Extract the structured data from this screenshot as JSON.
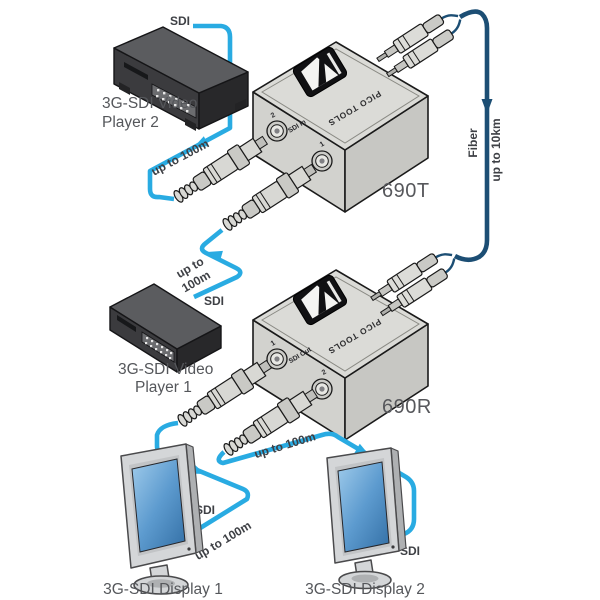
{
  "colors": {
    "sdi_cable": "#29ABE2",
    "fiber_cable": "#1C4E74",
    "device_label": "#55575B",
    "small_label": "#3E4045"
  },
  "devices": {
    "player2": {
      "line1": "3G-SDI Video",
      "line2": "Player 2"
    },
    "player1": {
      "line1": "3G-SDI Video",
      "line2": "Player 1"
    },
    "transmitter": {
      "model": "690T",
      "panel_text": "PICO TOOLS",
      "port_left_num": "2",
      "port_group": "SDI In",
      "port_right_num": "1"
    },
    "receiver": {
      "model": "690R",
      "panel_text": "PICO TOOLS",
      "port_left_num": "1",
      "port_group": "SDI Out",
      "port_right_num": "2"
    },
    "display1": {
      "name": "3G-SDI Display 1"
    },
    "display2": {
      "name": "3G-SDI Display 2"
    }
  },
  "connections": {
    "player2_sdi": {
      "label": "SDI",
      "distance": "up to 100m"
    },
    "player1_sdi": {
      "label": "SDI",
      "distance_line1": "up to",
      "distance_line2": "100m"
    },
    "fiber": {
      "label": "Fiber",
      "distance": "up to 10km"
    },
    "display1_sdi": {
      "label": "SDI",
      "distance": "up to 100m"
    },
    "display2_sdi": {
      "label": "SDI",
      "distance": "up to 100m"
    }
  }
}
